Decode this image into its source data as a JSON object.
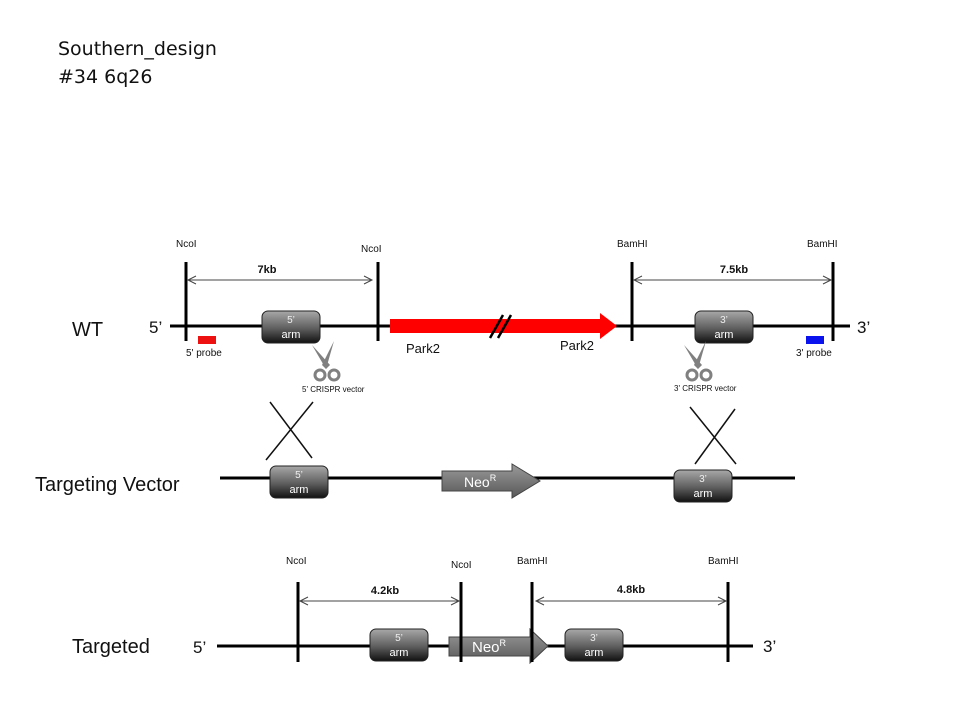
{
  "header": {
    "title": "Southern_design",
    "subtitle": "#34   6q26"
  },
  "wt": {
    "row_label": "WT",
    "end_5": "5’",
    "end_3": "3’",
    "ncoi_left": "NcoI",
    "ncoi_right": "NcoI",
    "bamhi_left": "BamHI",
    "bamhi_right": "BamHI",
    "dist_5": "7kb",
    "dist_3": "7.5kb",
    "arm5_top": "5’",
    "arm5_bottom": "arm",
    "arm3_top": "3’",
    "arm3_bottom": "arm",
    "probe_5": "5' probe",
    "probe_3": "3' probe",
    "gene_left": "Park2",
    "gene_right": "Park2",
    "crispr_5": "5' CRISPR   vector",
    "crispr_3": "3' CRISPR   vector",
    "probe_5_color": "#ee1111",
    "probe_3_color": "#0a12ee",
    "gene_color": "#ff0000"
  },
  "vector": {
    "row_label": "Targeting Vector",
    "arm5_top": "5’",
    "arm5_bottom": "arm",
    "arm3_top": "3’",
    "arm3_bottom": "arm",
    "neo": "Neo",
    "neo_sup": "R"
  },
  "targeted": {
    "row_label": "Targeted",
    "end_5": "5’",
    "end_3": "3’",
    "ncoi_left": "NcoI",
    "ncoi_right": "NcoI",
    "bamhi_left": "BamHI",
    "bamhi_right": "BamHI",
    "dist_5": "4.2kb",
    "dist_3": "4.8kb",
    "arm5_top": "5’",
    "arm5_bottom": "arm",
    "arm3_top": "3’",
    "arm3_bottom": "arm",
    "neo": "Neo",
    "neo_sup": "R"
  }
}
